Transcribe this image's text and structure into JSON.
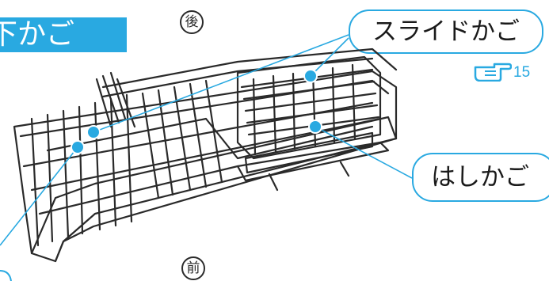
{
  "title": "下かご",
  "directions": {
    "back": "後",
    "front": "前"
  },
  "callouts": {
    "slide_basket": "スライドかご",
    "chopstick_basket": "はしかご"
  },
  "page_reference": {
    "icon": "pointing-hand-icon",
    "number": "15"
  },
  "colors": {
    "accent": "#29a9e1",
    "line": "#2a2a2a"
  }
}
